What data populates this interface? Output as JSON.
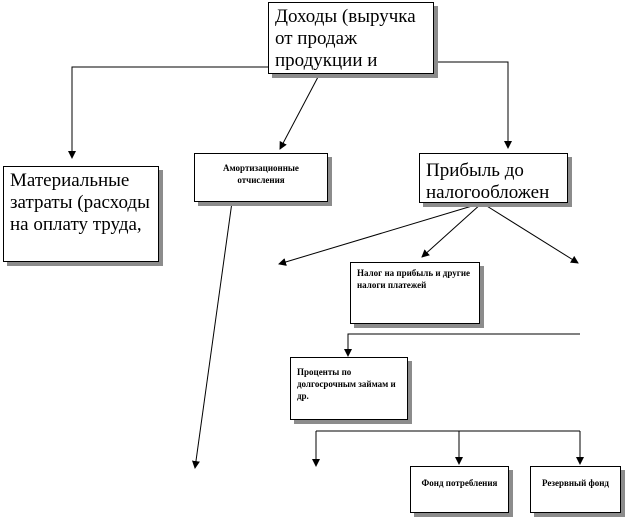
{
  "boxes": {
    "income": "Доходы (выручка от продаж продукции и",
    "material": "Материальные затраты (расходы на оплату труда,",
    "amortization": "Амортизационные отчисления",
    "profit": "Прибыль до налогообложен",
    "tax": "Налог на прибыль и другие налоги платежей",
    "interest": "Проценты по долгосрочным займам и др.",
    "consumption_fund": "Фонд потребления",
    "reserve_fund": "Резервный фонд"
  }
}
